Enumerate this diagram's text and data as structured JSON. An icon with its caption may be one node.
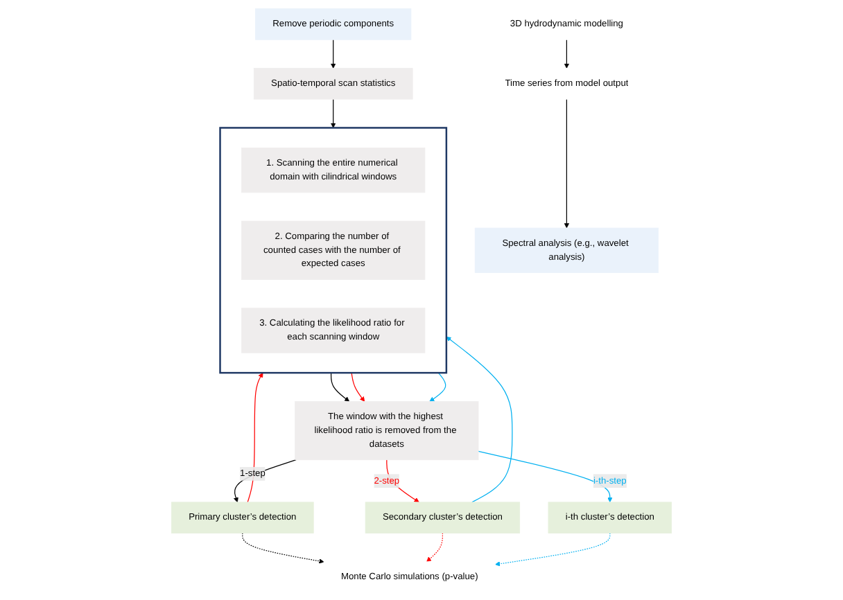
{
  "diagram": {
    "nodes": [
      {
        "text": [
          "3D hydrodynamic modelling"
        ]
      },
      {
        "text": [
          "Time series from model output"
        ]
      },
      {
        "text": [
          "Spectral analysis (e.g., wavelet analysis)"
        ]
      },
      {
        "text": [
          "Remove periodic components"
        ]
      },
      {
        "text": [
          "Spatio-temporal scan statistics"
        ]
      },
      {
        "text": [],
        "shape": "box"
      },
      {
        "text": [
          "1. Scanning the entire numerical domain with cilindrical windows"
        ],
        "in": 5
      },
      {
        "text": [
          "2. Comparing the number of counted cases with the number of expected cases"
        ],
        "in": 5
      },
      {
        "text": [
          "3. Calculating the likelihood ratio for each scanning window"
        ],
        "in": 5
      },
      {
        "text": [
          "The window with the highest likelihood ratio is removed from the datasets"
        ]
      },
      {
        "text": [
          "Primary cluster’s detection"
        ]
      },
      {
        "text": [
          "Secondary cluster’s detection"
        ]
      },
      {
        "text": [
          "i-th cluster’s detection"
        ]
      },
      {
        "text": [
          "Monte Carlo simulations (p-value)"
        ]
      }
    ],
    "edges": [
      {
        "from": 0,
        "to": 1,
        "arrow": "to"
      },
      {
        "from": 1,
        "to": 2,
        "arrow": "to"
      },
      {
        "from": 3,
        "to": 4,
        "arrow": "to"
      },
      {
        "from": 4,
        "to": 5,
        "arrow": "to"
      },
      {
        "from": 5,
        "to": 9,
        "arrow": "to"
      },
      {
        "from": 5,
        "to": 9,
        "arrow": "to",
        "color": "#ff0000"
      },
      {
        "from": 5,
        "to": 9,
        "arrow": "to",
        "color": "#00b0f0"
      },
      {
        "from": 9,
        "to": 10,
        "arrow": "to",
        "label": "1-step"
      },
      {
        "from": 10,
        "to": 5,
        "arrow": "to",
        "color": "#ff0000"
      },
      {
        "from": 9,
        "to": 11,
        "arrow": "to",
        "label": "2-step",
        "color": "#ff0000"
      },
      {
        "from": 11,
        "to": 5,
        "arrow": "to",
        "color": "#00b0f0"
      },
      {
        "from": 9,
        "to": 12,
        "arrow": "to",
        "label": "i-th-step",
        "color": "#00b0f0"
      },
      {
        "from": 10,
        "to": 13,
        "arrow": "to",
        "style": "dashed"
      },
      {
        "from": 11,
        "to": 13,
        "arrow": "to",
        "style": "dashed",
        "color": "#ff0000"
      },
      {
        "from": 12,
        "to": 13,
        "arrow": "to",
        "style": "dashed",
        "color": "#00b0f0"
      }
    ]
  }
}
